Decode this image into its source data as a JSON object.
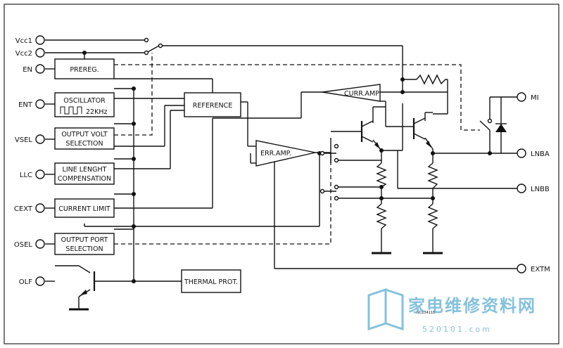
{
  "pins_left": {
    "vcc1": "Vcc1",
    "vcc2": "Vcc2",
    "en": "EN",
    "ent": "ENT",
    "vsel": "VSEL",
    "llc": "LLC",
    "cext": "CEXT",
    "osel": "OSEL",
    "olf": "OLF"
  },
  "pins_right": {
    "mi": "MI",
    "lnba": "LNBA",
    "lnbb": "LNBB",
    "extm": "EXTM"
  },
  "blocks": {
    "prereg": "PREREG.",
    "oscillator": "OSCILLATOR",
    "osc_freq": "22KHz",
    "output_volt_1": "OUTPUT VOLT",
    "output_volt_2": "SELECTION",
    "line_length_1": "LINE LENGHT",
    "line_length_2": "COMPENSATION",
    "current_limit": "CURRENT LIMIT",
    "output_port_1": "OUTPUT PORT",
    "output_port_2": "SELECTION",
    "reference": "REFERENCE",
    "thermal": "THERMAL PROT.",
    "err_amp": "ERR.AMP.",
    "curr_amp": "CURR.AMP"
  },
  "figure_code": "NCE3411B",
  "watermark": {
    "chinese": "家电维修资料网",
    "url": "520101.com"
  },
  "colors": {
    "line": "#111111",
    "background": "#ffffff",
    "watermark": "#6fb8d8"
  }
}
